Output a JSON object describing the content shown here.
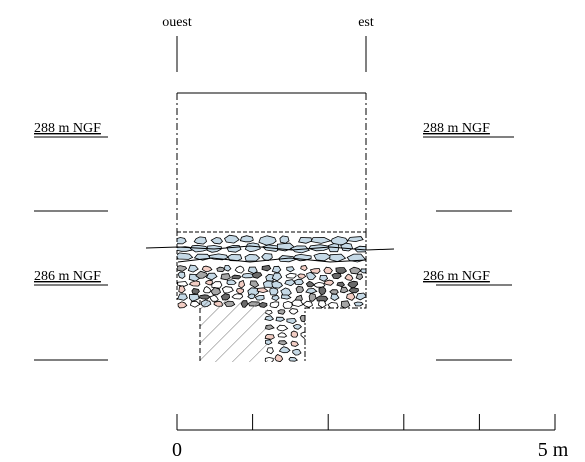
{
  "orientation": {
    "left": "ouest",
    "right": "est"
  },
  "elevations": {
    "upper": "288 m NGF",
    "lower": "286 m NGF"
  },
  "scale": {
    "start": "0",
    "end": "5 m"
  },
  "colors": {
    "stone_blue": "#c5d9e6",
    "stone_pink": "#f2cdc4",
    "stone_grey": "#a6a6a6",
    "stone_dark": "#6a6a6a",
    "outline": "#000000"
  }
}
